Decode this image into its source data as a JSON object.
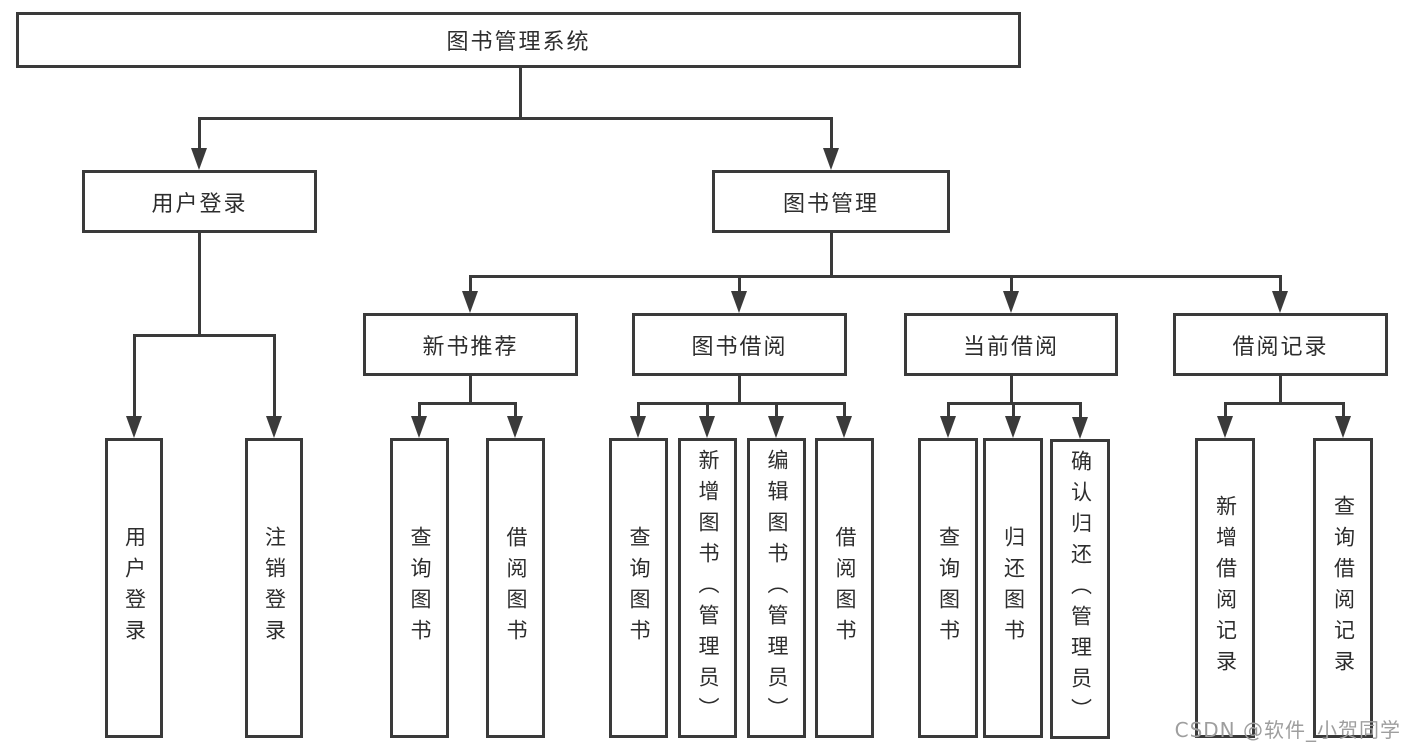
{
  "diagram": {
    "root_label": "图书管理系统",
    "level2": [
      {
        "label": "用户登录"
      },
      {
        "label": "图书管理"
      }
    ],
    "level3": [
      {
        "label": "新书推荐"
      },
      {
        "label": "图书借阅"
      },
      {
        "label": "当前借阅"
      },
      {
        "label": "借阅记录"
      }
    ],
    "leaves": {
      "user": [
        "用户登录",
        "注销登录"
      ],
      "recommend": [
        "查询图书",
        "借阅图书"
      ],
      "borrow": [
        "查询图书",
        "新增图书（管理员）",
        "编辑图书（管理员）",
        "借阅图书"
      ],
      "current": [
        "查询图书",
        "归还图书",
        "确认归还（管理员）"
      ],
      "records": [
        "新增借阅记录",
        "查询借阅记录"
      ]
    }
  },
  "watermark": "CSDN @软件_小贺同学",
  "colors": {
    "line": "#3a3a3a",
    "text": "#2d2d2d",
    "watermark_gray": "#9e9e9e",
    "background": "#ffffff"
  }
}
